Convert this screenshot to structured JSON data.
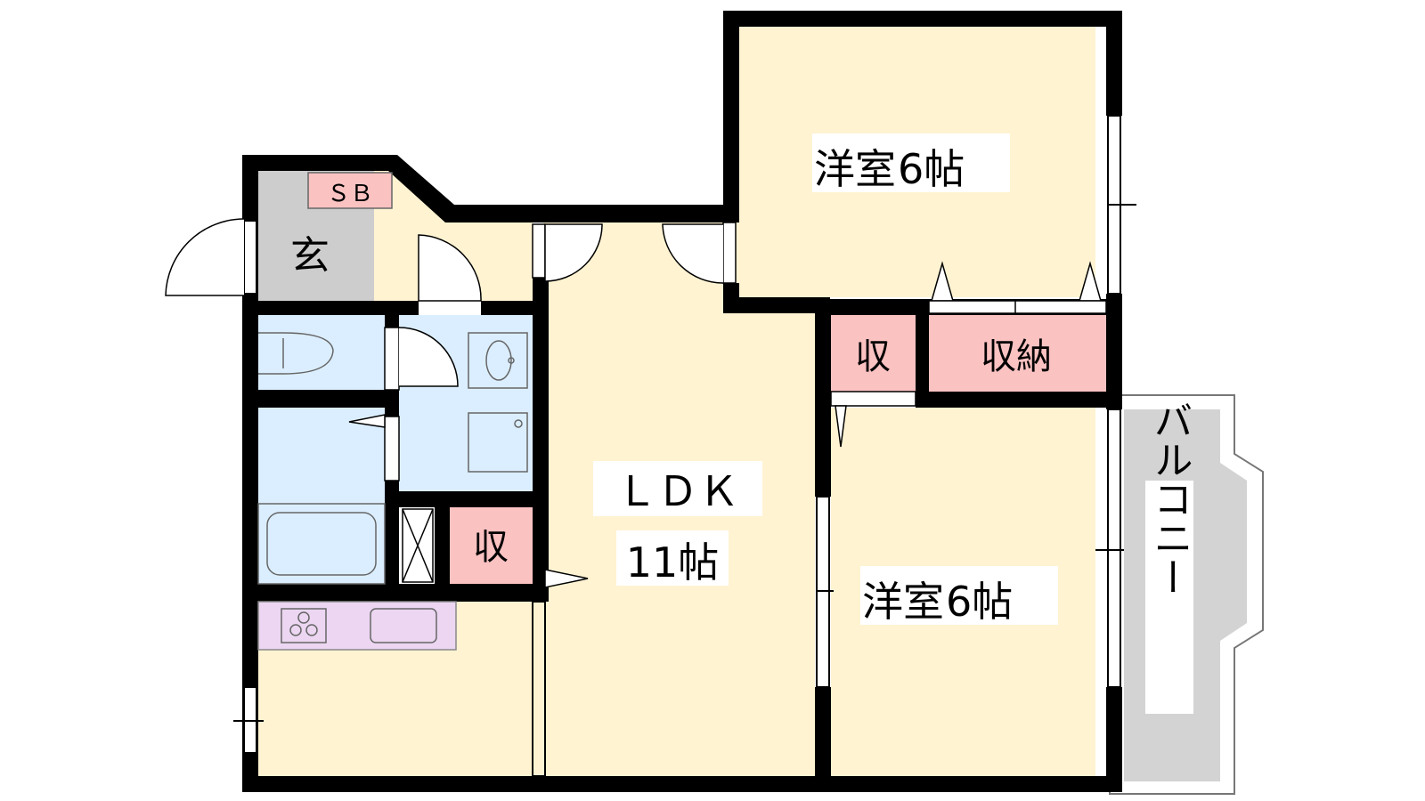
{
  "colors": {
    "wall": "#000000",
    "room": "#fff3d2",
    "wet": "#dbeeff",
    "storage": "#fbc2c2",
    "entrance": "#cdcdcd",
    "kitchen": "#ecd6f2",
    "balcony": "#d3d3d3"
  },
  "rooms": {
    "western_1": {
      "name": "洋室",
      "size": "6帖"
    },
    "western_2": {
      "name": "洋室",
      "size": "6帖"
    },
    "ldk": {
      "name": "ＬＤＫ",
      "size": "11帖"
    },
    "entrance": {
      "name": "玄"
    },
    "shoe_box": {
      "name": "ＳＢ"
    },
    "closet_top": {
      "name": "収"
    },
    "closet_small": {
      "name": "収"
    },
    "closet_big": {
      "name": "収納"
    },
    "balcony": {
      "name": "バルコニー"
    }
  }
}
